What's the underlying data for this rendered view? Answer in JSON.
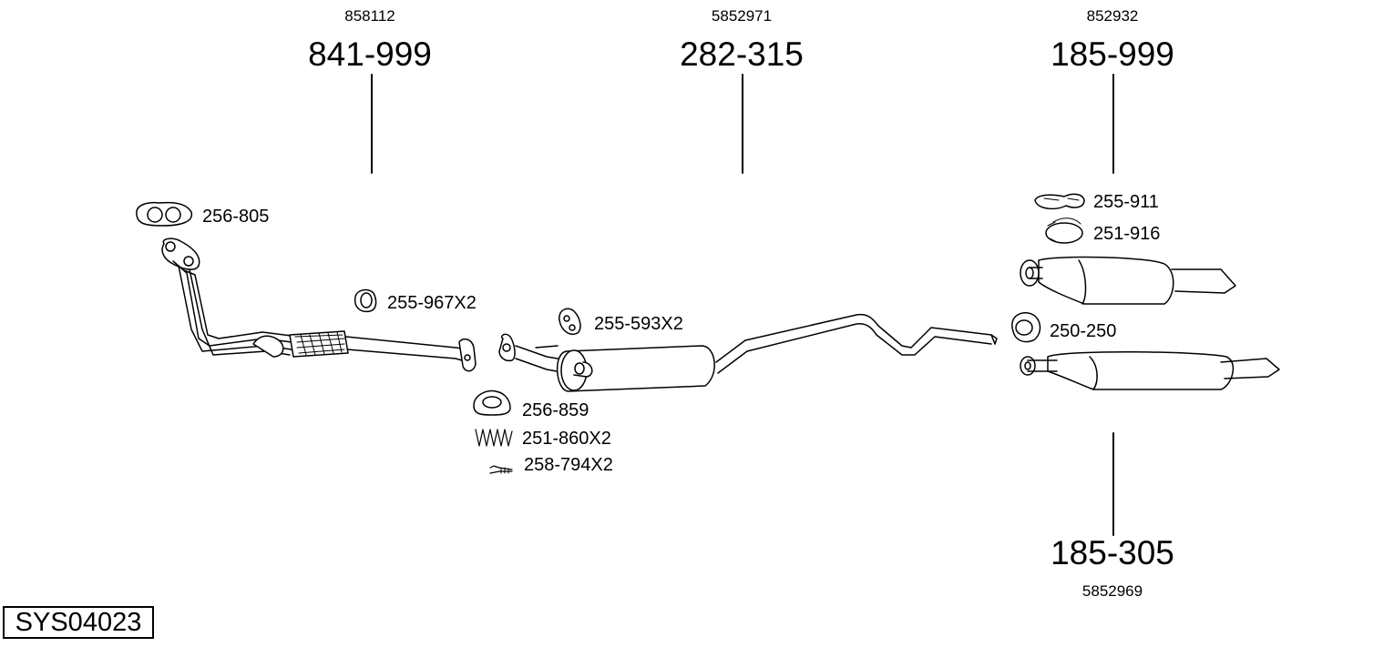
{
  "system_code": "SYS04023",
  "assemblies": [
    {
      "part_no": "841-999",
      "oem_no": "858112"
    },
    {
      "part_no": "282-315",
      "oem_no": "5852971"
    },
    {
      "part_no": "185-999",
      "oem_no": "852932"
    },
    {
      "part_no": "185-305",
      "oem_no": "5852969"
    }
  ],
  "accessories": [
    {
      "label": "256-805"
    },
    {
      "label": "255-967X2"
    },
    {
      "label": "255-593X2"
    },
    {
      "label": "256-859"
    },
    {
      "label": "251-860X2"
    },
    {
      "label": "258-794X2"
    },
    {
      "label": "255-911"
    },
    {
      "label": "251-916"
    },
    {
      "label": "250-250"
    }
  ]
}
